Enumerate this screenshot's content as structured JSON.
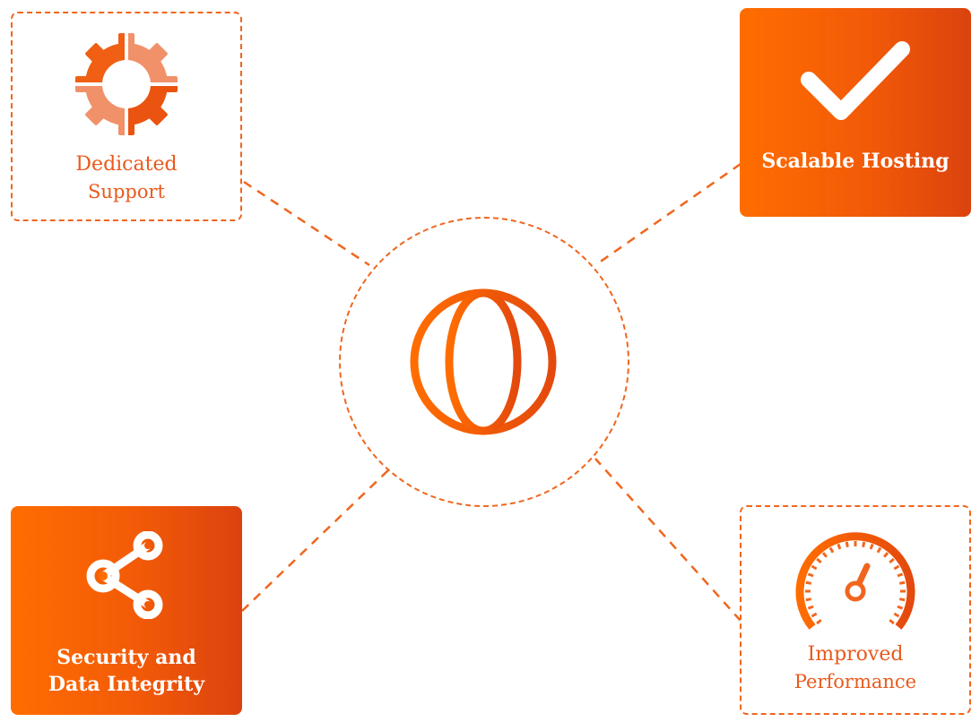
{
  "colors": {
    "accent": "#f0661e",
    "gradient_start": "#ff6d00",
    "gradient_end": "#db430f",
    "light_accent": "#f1916a",
    "text_on_accent": "#ffffff"
  },
  "hub": {
    "icon": "globe-icon"
  },
  "cards": {
    "support": {
      "icon": "gear-icon",
      "label_line1": "Dedicated",
      "label_line2": "Support"
    },
    "hosting": {
      "icon": "checkmark-icon",
      "label_line1": "Scalable Hosting"
    },
    "security": {
      "icon": "share-icon",
      "label_line1": "Security and",
      "label_line2": "Data Integrity"
    },
    "performance": {
      "icon": "speedometer-icon",
      "label_line1": "Improved",
      "label_line2": "Performance"
    }
  }
}
